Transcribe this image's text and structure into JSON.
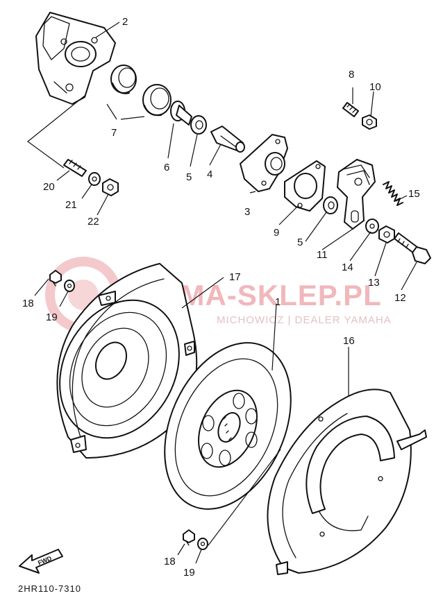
{
  "watermark": {
    "main": "YAMA-SKLEP.PL",
    "sub": "MICHOWICZ | DEALER YAMAHA",
    "color": "#f0b8bc"
  },
  "diagram_code": "2HR110-7310",
  "fwd_label": "FWD",
  "callouts": {
    "c1": "1",
    "c2": "2",
    "c3": "3",
    "c4": "4",
    "c5a": "5",
    "c5b": "5",
    "c6": "6",
    "c7": "7",
    "c8": "8",
    "c9": "9",
    "c10": "10",
    "c11": "11",
    "c12": "12",
    "c13": "13",
    "c14": "14",
    "c15": "15",
    "c16": "16",
    "c17": "17",
    "c18a": "18",
    "c18b": "18",
    "c19a": "19",
    "c19b": "19",
    "c20": "20",
    "c21": "21",
    "c22": "22"
  }
}
